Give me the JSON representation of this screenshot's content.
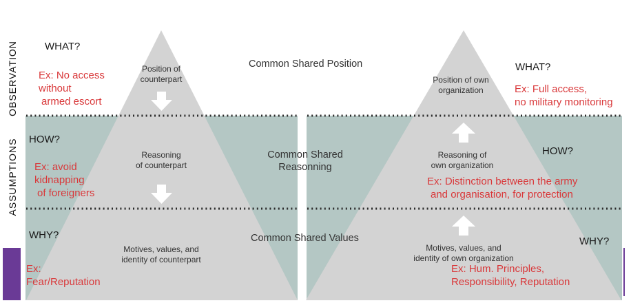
{
  "side_labels": {
    "observation": "OBSERVATION",
    "assumptions": "ASSUMPTIONS"
  },
  "left": {
    "what_q": "WHAT?",
    "what_ex": [
      "Ex: No access",
      "without",
      "armed escort"
    ],
    "how_q": "HOW?",
    "how_ex": [
      "Ex: avoid",
      "kidnapping",
      "of foreigners"
    ],
    "why_q": "WHY?",
    "why_ex": [
      "Ex:",
      "Fear/Reputation"
    ],
    "tri_position": [
      "Position of",
      "counterpart"
    ],
    "tri_reasoning": [
      "Reasoning",
      "of counterpart"
    ],
    "tri_motives": [
      "Motives, values, and",
      "identity of counterpart"
    ]
  },
  "middle": {
    "position": "Common Shared Position",
    "reasoning": [
      "Common Shared",
      "Reasonning"
    ],
    "values": "Common Shared Values"
  },
  "right": {
    "what_q": "WHAT?",
    "what_ex": [
      "Ex: Full access,",
      "no military monitoring"
    ],
    "how_q": "HOW?",
    "how_ex": [
      "Ex: Distinction between the army",
      "and organisation, for protection"
    ],
    "why_q": "WHY?",
    "why_ex": [
      "Ex: Hum. Principles,",
      "Responsibility, Reputation"
    ],
    "tri_position": [
      "Position of own",
      "organization"
    ],
    "tri_reasoning": [
      "Reasoning of",
      "own organization"
    ],
    "tri_motives": [
      "Motives, values, and",
      "identity of own organization"
    ]
  },
  "colors": {
    "band": "#b4c7c4",
    "triangle": "#d3d3d3",
    "example_text": "#d9383a",
    "purple": "#6a3a96",
    "dots": "#2a2a2a"
  }
}
